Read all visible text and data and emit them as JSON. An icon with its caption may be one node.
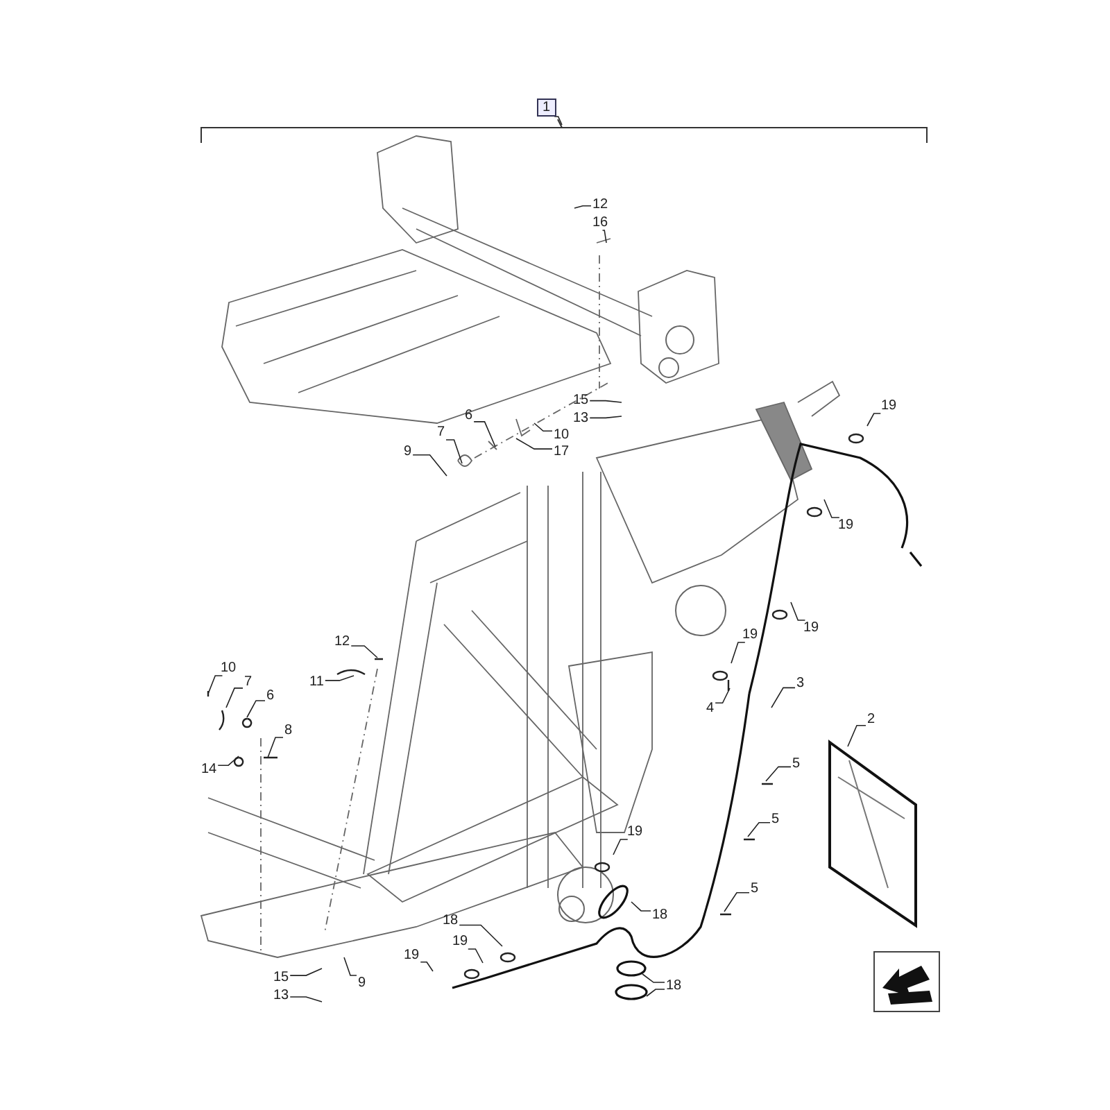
{
  "diagram": {
    "nodes": [
      {
        "text": [
          "1"
        ]
      },
      {
        "text": [
          "12"
        ]
      },
      {
        "text": [
          "16"
        ]
      },
      {
        "text": [
          "15"
        ]
      },
      {
        "text": [
          "13"
        ]
      },
      {
        "text": [
          "6"
        ]
      },
      {
        "text": [
          "7"
        ]
      },
      {
        "text": [
          "9"
        ]
      },
      {
        "text": [
          "10"
        ]
      },
      {
        "text": [
          "17"
        ]
      },
      {
        "text": [
          "19"
        ]
      },
      {
        "text": [
          "19"
        ]
      },
      {
        "text": [
          "19"
        ]
      },
      {
        "text": [
          "19"
        ]
      },
      {
        "text": [
          "3"
        ]
      },
      {
        "text": [
          "4"
        ]
      },
      {
        "text": [
          "2"
        ]
      },
      {
        "text": [
          "5"
        ]
      },
      {
        "text": [
          "5"
        ]
      },
      {
        "text": [
          "5"
        ]
      },
      {
        "text": [
          "12"
        ]
      },
      {
        "text": [
          "11"
        ]
      },
      {
        "text": [
          "10"
        ]
      },
      {
        "text": [
          "7"
        ]
      },
      {
        "text": [
          "6"
        ]
      },
      {
        "text": [
          "8"
        ]
      },
      {
        "text": [
          "14"
        ]
      },
      {
        "text": [
          "19"
        ]
      },
      {
        "text": [
          "18"
        ]
      },
      {
        "text": [
          "18"
        ]
      },
      {
        "text": [
          "19"
        ]
      },
      {
        "text": [
          "19"
        ]
      },
      {
        "text": [
          "15"
        ]
      },
      {
        "text": [
          "13"
        ]
      },
      {
        "text": [
          "9"
        ]
      },
      {
        "text": [
          "18"
        ]
      }
    ],
    "edges": [
      {
        "from": 0,
        "to": null,
        "arrow": "none"
      },
      {
        "from": 1,
        "to": null,
        "arrow": "none"
      },
      {
        "from": 2,
        "to": null,
        "arrow": "none"
      },
      {
        "from": 3,
        "to": null,
        "arrow": "none"
      },
      {
        "from": 4,
        "to": null,
        "arrow": "none"
      },
      {
        "from": 5,
        "to": null,
        "arrow": "none"
      },
      {
        "from": 6,
        "to": null,
        "arrow": "none"
      },
      {
        "from": 7,
        "to": null,
        "arrow": "none"
      },
      {
        "from": 8,
        "to": null,
        "arrow": "none"
      },
      {
        "from": 9,
        "to": null,
        "arrow": "none"
      },
      {
        "from": 10,
        "to": null,
        "arrow": "none"
      },
      {
        "from": 11,
        "to": null,
        "arrow": "none"
      },
      {
        "from": 12,
        "to": null,
        "arrow": "none"
      },
      {
        "from": 13,
        "to": null,
        "arrow": "none"
      },
      {
        "from": 14,
        "to": null,
        "arrow": "none"
      },
      {
        "from": 15,
        "to": null,
        "arrow": "none"
      },
      {
        "from": 16,
        "to": null,
        "arrow": "none"
      },
      {
        "from": 17,
        "to": null,
        "arrow": "none"
      },
      {
        "from": 18,
        "to": null,
        "arrow": "none"
      },
      {
        "from": 19,
        "to": null,
        "arrow": "none"
      },
      {
        "from": 20,
        "to": null,
        "arrow": "none"
      },
      {
        "from": 21,
        "to": null,
        "arrow": "none"
      },
      {
        "from": 22,
        "to": null,
        "arrow": "none"
      },
      {
        "from": 23,
        "to": null,
        "arrow": "none"
      },
      {
        "from": 24,
        "to": null,
        "arrow": "none"
      },
      {
        "from": 25,
        "to": null,
        "arrow": "none"
      },
      {
        "from": 26,
        "to": null,
        "arrow": "none"
      },
      {
        "from": 27,
        "to": null,
        "arrow": "none"
      },
      {
        "from": 28,
        "to": null,
        "arrow": "none"
      },
      {
        "from": 29,
        "to": null,
        "arrow": "none"
      },
      {
        "from": 30,
        "to": null,
        "arrow": "none"
      },
      {
        "from": 31,
        "to": null,
        "arrow": "none"
      },
      {
        "from": 32,
        "to": null,
        "arrow": "none"
      },
      {
        "from": 33,
        "to": null,
        "arrow": "none"
      },
      {
        "from": 34,
        "to": null,
        "arrow": "none"
      },
      {
        "from": 35,
        "to": null,
        "arrow": "none"
      },
      {
        "from": 35,
        "to": null,
        "arrow": "none"
      }
    ]
  }
}
